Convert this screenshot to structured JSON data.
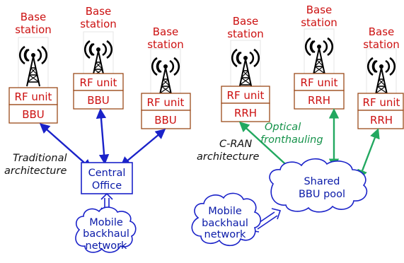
{
  "traditional": {
    "stations": [
      {
        "label_line1": "Base",
        "label_line2": "station",
        "top_unit": "RF unit",
        "bottom_unit": "BBU"
      },
      {
        "label_line1": "Base",
        "label_line2": "station",
        "top_unit": "RF unit",
        "bottom_unit": "BBU"
      },
      {
        "label_line1": "Base",
        "label_line2": "station",
        "top_unit": "RF unit",
        "bottom_unit": "BBU"
      }
    ],
    "central_office_line1": "Central",
    "central_office_line2": "Office",
    "arch_label_line1": "Traditional",
    "arch_label_line2": "architecture",
    "backhaul_line1": "Mobile",
    "backhaul_line2": "backhaul",
    "backhaul_line3": "network"
  },
  "cran": {
    "stations": [
      {
        "label_line1": "Base",
        "label_line2": "station",
        "top_unit": "RF unit",
        "bottom_unit": "RRH"
      },
      {
        "label_line1": "Base",
        "label_line2": "station",
        "top_unit": "RF unit",
        "bottom_unit": "RRH"
      },
      {
        "label_line1": "Base",
        "label_line2": "station",
        "top_unit": "RF unit",
        "bottom_unit": "RRH"
      }
    ],
    "arch_label_line1": "C-RAN",
    "arch_label_line2": "architecture",
    "fronthaul_line1": "Optical",
    "fronthaul_line2": "fronthauling",
    "pool_line1": "Shared",
    "pool_line2": "BBU pool",
    "backhaul_line1": "Mobile",
    "backhaul_line2": "backhaul",
    "backhaul_line3": "network"
  },
  "colors": {
    "label_red": "#cc1111",
    "link_blue": "#1a22c9",
    "fronthaul_green": "#22a860",
    "box_border": "#9b4a1a"
  }
}
